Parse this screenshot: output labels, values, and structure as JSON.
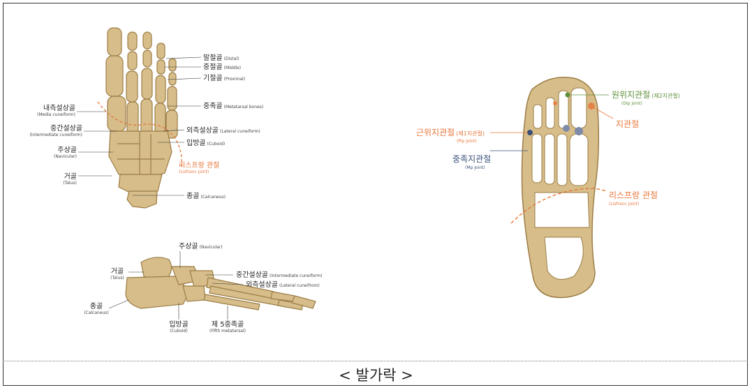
{
  "caption": "< 발가락 >",
  "top_view": {
    "distal": {
      "ko": "말절골",
      "en": "(Distal)"
    },
    "middle": {
      "ko": "중절골",
      "en": "(Middle)"
    },
    "proximal": {
      "ko": "기절골",
      "en": "(Proximal)"
    },
    "metatarsal": {
      "ko": "중족골",
      "en": "(Metatarsal bones)"
    },
    "lateral_cuneiform": {
      "ko": "외측설상골",
      "en": "(Lateral cuneiform)"
    },
    "cuboid": {
      "ko": "입방골",
      "en": "(Cuboid)"
    },
    "lisfranc": {
      "ko": "리스프랑 관절",
      "en": "(Lisfranc joint)"
    },
    "calcaneus": {
      "ko": "종골",
      "en": "(Calcaneus)"
    },
    "medial_cuneiform": {
      "ko": "내측설상골",
      "en": "(Media cuneiform)"
    },
    "intermediate_cuneiform": {
      "ko": "중간설상골",
      "en": "(Intermediate cuneiform)"
    },
    "navicular": {
      "ko": "주상골",
      "en": "(Navicular)"
    },
    "talus": {
      "ko": "거골",
      "en": "(Talus)"
    }
  },
  "side_view": {
    "navicular": {
      "ko": "주상골",
      "en": "(Navicular)"
    },
    "talus": {
      "ko": "거골",
      "en": "(Talus)"
    },
    "intermediate_cuneiform": {
      "ko": "중간설상골",
      "en": "(Intermediate cuneiform)"
    },
    "lateral_cuneiform": {
      "ko": "외측설상골",
      "en": "(Lateral cuneifrom)"
    },
    "calcaneus": {
      "ko": "종골",
      "en": "(Calcaneus)"
    },
    "cuboid": {
      "ko": "입방골",
      "en": "(Cuboid)"
    },
    "fifth_metatarsal": {
      "ko": "제 5중족골",
      "en": "(Fifth metatarsal)"
    }
  },
  "joints_view": {
    "dip": {
      "ko": "원위지관절",
      "note": "(제2지관절)",
      "en": "(Dip joint)"
    },
    "toe_joint": {
      "ko": "지관절"
    },
    "pip": {
      "ko": "근위지관절",
      "note": "(제1지관절)",
      "en": "(Pip joint)"
    },
    "mp": {
      "ko": "중족지관절",
      "en": "(Mp joint)"
    },
    "lisfranc": {
      "ko": "리스프랑 관절",
      "en": "(Lisfranc joint)"
    }
  },
  "colors": {
    "bone": "#d6bd8a",
    "bone_dark": "#9c7d45",
    "orange": "#e8763a",
    "green": "#5e8f3a",
    "navy": "#3a4f78"
  }
}
